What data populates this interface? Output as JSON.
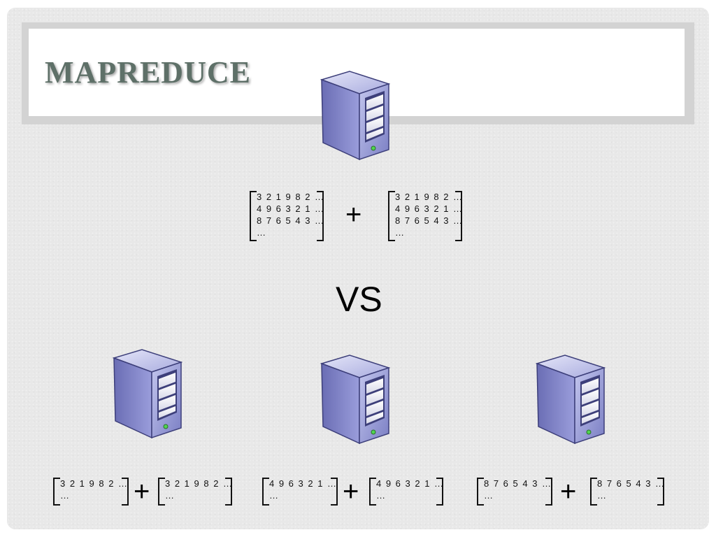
{
  "slide": {
    "title": "MAPREDUCE",
    "comparison_label": "VS",
    "operator": "+"
  },
  "colors": {
    "title": "#5e7068",
    "background": "#e8e8e8",
    "server_body": "#8f93d1",
    "server_dark": "#4d5091"
  },
  "icons": [
    "server-icon"
  ],
  "single_server": {
    "matrix_a": [
      "3 2 1 9 8 2 …",
      "4 9 6 3 2 1 …",
      "8 7 6 5 4 3 …",
      "…"
    ],
    "matrix_b": [
      "3 2 1 9 8 2 …",
      "4 9 6 3 2 1 …",
      "8 7 6 5 4 3 …",
      "…"
    ]
  },
  "distributed": [
    {
      "matrix_a": [
        "3 2 1 9 8 2 …",
        "…"
      ],
      "matrix_b": [
        "3 2 1 9 8 2 …",
        "…"
      ]
    },
    {
      "matrix_a": [
        "4 9 6 3 2 1 …",
        "…"
      ],
      "matrix_b": [
        "4 9 6 3 2 1 …",
        "…"
      ]
    },
    {
      "matrix_a": [
        "8 7 6 5 4 3 …",
        "…"
      ],
      "matrix_b": [
        "8 7 6 5 4 3 …",
        "…"
      ]
    }
  ]
}
